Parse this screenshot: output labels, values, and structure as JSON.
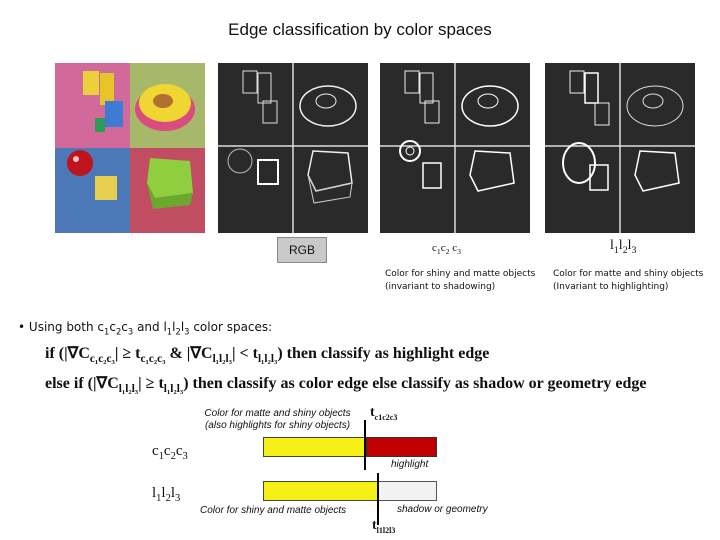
{
  "title": "Edge classification by color spaces",
  "labels": {
    "rgb": "RGB",
    "c1c2c3_parts": [
      "c",
      "1",
      "c",
      "2",
      " c",
      "3"
    ],
    "l1l2l3_parts": [
      "l",
      "1",
      "l",
      "2",
      "l",
      "3"
    ]
  },
  "captions": {
    "c1c2c3": "Color for shiny and matte objects (invariant to shadowing)",
    "l1l2l3": "Color for matte and shiny objects (Invariant to highlighting)"
  },
  "bullet": {
    "symbol": "•",
    "prefix": "Using both c",
    "mid1": "c",
    "mid2": "c",
    "and": " and l",
    "l_mid1": "l",
    "l_mid2": "l",
    "suffix": " color spaces:"
  },
  "rules": {
    "r1_a": "if (|∇C",
    "r1_a_sub": "c₁c₂c₃",
    "r1_b": "| ≥ t",
    "r1_b_sub": "c₁c₂c₃",
    "r1_c": " & |∇C",
    "r1_c_sub": "l₁l₂l₃",
    "r1_d": "| < t",
    "r1_d_sub": "l₁l₂l₃",
    "r1_e": ") then classify as highlight edge",
    "r2_a": "else if (|∇C",
    "r2_a_sub": "l₁l₂l₃",
    "r2_b": "| ≥ t",
    "r2_b_sub": "l₁l₂l₃",
    "r2_c": ") then classify as color edge else classify as shadow or geometry edge"
  },
  "diagram": {
    "note_top": "Color for matte and shiny objects\n(also highlights for shiny objects)",
    "threshold_c": "t",
    "threshold_c_sub": "c1c2c3",
    "row_c_label": "c",
    "row_c_sub": [
      "1",
      "2",
      "3"
    ],
    "highlight": "highlight",
    "row_l_label": "l",
    "row_l_sub": [
      "1",
      "2",
      "3"
    ],
    "note_bottom": "Color for shiny and matte objects",
    "shadow": "shadow or geometry",
    "threshold_l": "t",
    "threshold_l_sub": "l1l2l3"
  },
  "colors": {
    "yellow": "#f6f017",
    "red": "#c00000",
    "panel": "#2a2a2a"
  }
}
